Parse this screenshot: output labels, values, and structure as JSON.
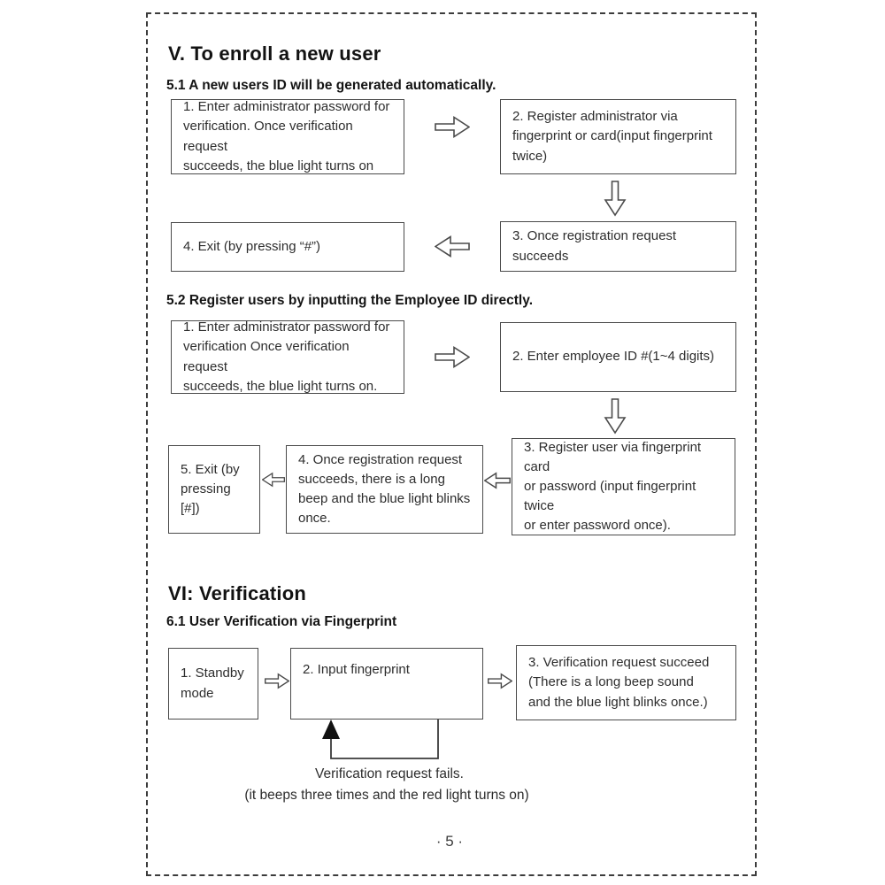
{
  "colors": {
    "text": "#2d2d2d",
    "heading": "#121212",
    "box_border": "#4a4a4a",
    "arrow_outline": "#4a4a4a",
    "arrow_fill": "#ffffff",
    "loop_arrowhead": "#111111"
  },
  "section_v": {
    "title": "V. To enroll a new user",
    "s51": {
      "heading": "5.1 A new users ID will be generated automatically.",
      "box1": "1. Enter administrator password for\nverification. Once verification request\nsucceeds, the blue light turns on",
      "box2": "2. Register administrator via\nfingerprint or card(input fingerprint\ntwice)",
      "box3": "3. Once registration request succeeds",
      "box4": "4. Exit (by pressing “#”)"
    },
    "s52": {
      "heading": "5.2 Register users by inputting the Employee ID directly.",
      "box1": "1. Enter administrator password for\nverification Once verification request\nsucceeds, the blue light turns on.",
      "box2": "2. Enter employee ID #(1~4 digits)",
      "box3": "3. Register user via fingerprint card\nor password (input fingerprint twice\nor enter password once).",
      "box4": "4. Once registration request\nsucceeds, there is a long\nbeep and the blue light blinks\nonce.",
      "box5": "5. Exit (by\npressing [#])"
    }
  },
  "section_vi": {
    "title": "VI: Verification",
    "s61": {
      "heading": "6.1 User Verification via Fingerprint",
      "box1": "1. Standby\nmode",
      "box2": "2. Input fingerprint",
      "box3": "3. Verification request succeed\n(There is a long beep sound\nand the blue light blinks once.)",
      "fail_caption_line1": "Verification request fails.",
      "fail_caption_line2": "(it beeps three times and the red light turns on)"
    }
  },
  "footer": {
    "page_number": "· 5 ·"
  }
}
